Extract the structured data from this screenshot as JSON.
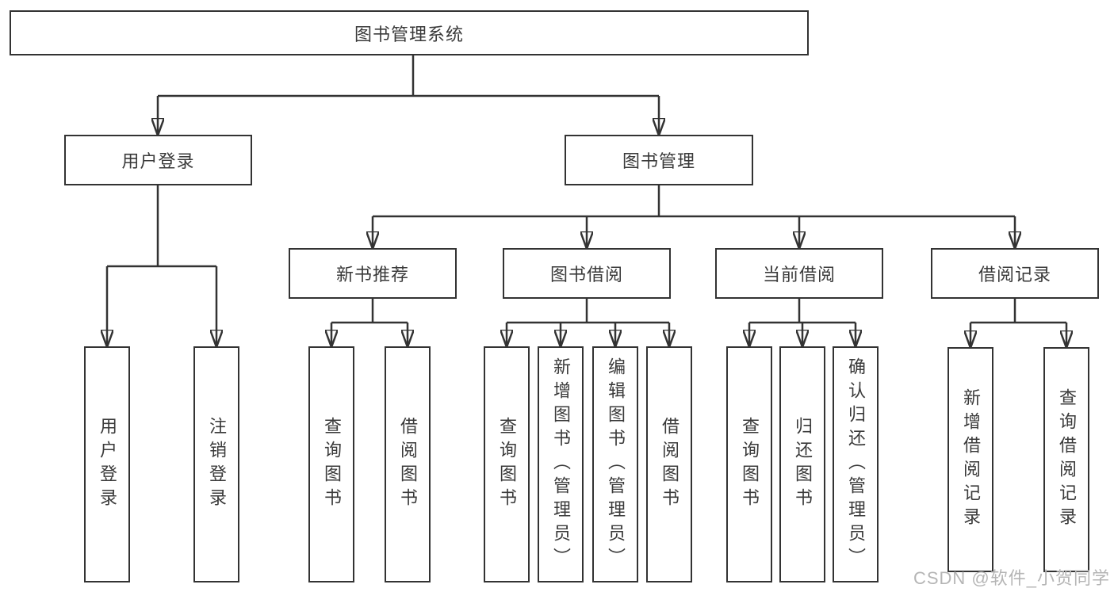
{
  "colors": {
    "line": "#333333",
    "text": "#3a3a3a",
    "border": "#333333",
    "bg": "#ffffff",
    "watermark": "#b5b5b5"
  },
  "tree": {
    "root_label": "图书管理系统",
    "level2": [
      {
        "label": "用户登录",
        "leaves": [
          {
            "label": "用户登录"
          },
          {
            "label": "注销登录"
          }
        ]
      },
      {
        "label": "图书管理",
        "groups": [
          {
            "label": "新书推荐",
            "leaves": [
              {
                "label": "查询图书"
              },
              {
                "label": "借阅图书"
              }
            ]
          },
          {
            "label": "图书借阅",
            "leaves": [
              {
                "label": "查询图书"
              },
              {
                "label": "新增图书（管理员）"
              },
              {
                "label": "编辑图书（管理员）"
              },
              {
                "label": "借阅图书"
              }
            ]
          },
          {
            "label": "当前借阅",
            "leaves": [
              {
                "label": "查询图书"
              },
              {
                "label": "归还图书"
              },
              {
                "label": "确认归还（管理员）"
              }
            ]
          },
          {
            "label": "借阅记录",
            "leaves": [
              {
                "label": "新增借阅记录"
              },
              {
                "label": "查询借阅记录"
              }
            ]
          }
        ]
      }
    ]
  },
  "watermark": {
    "text": "CSDN @软件_小贺同学"
  }
}
